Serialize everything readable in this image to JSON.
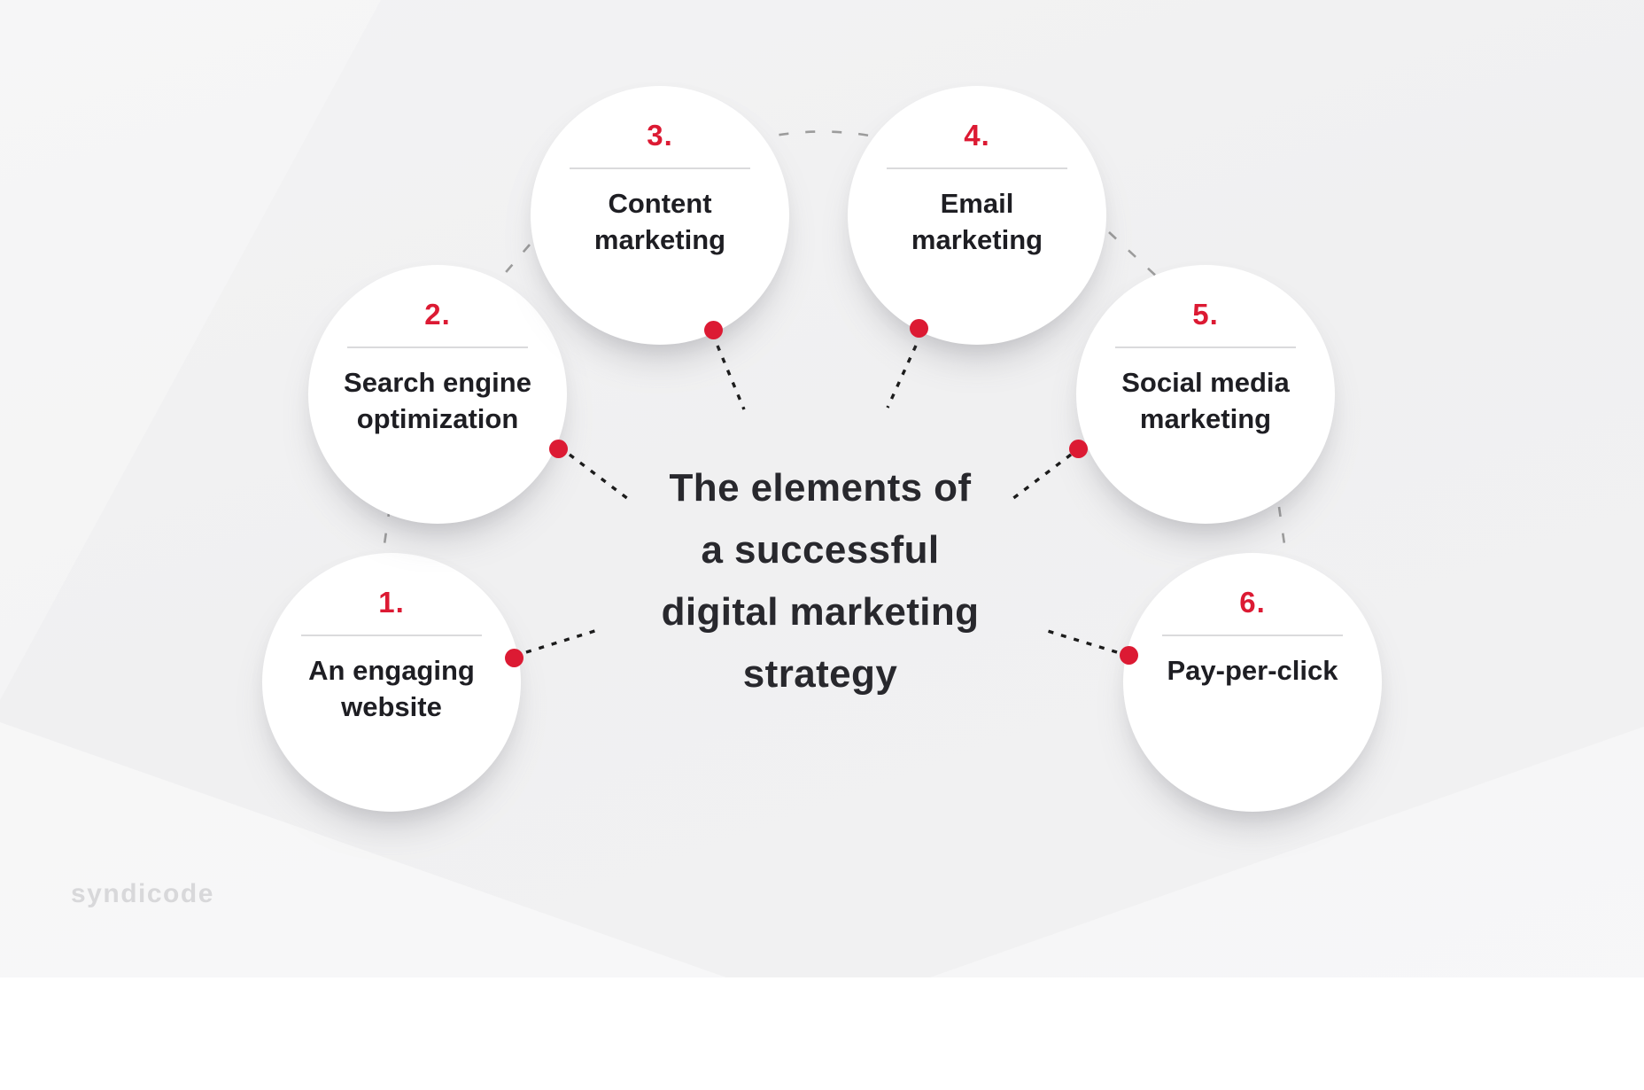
{
  "title": {
    "lines": [
      "The elements of",
      "a successful",
      "digital marketing",
      "strategy"
    ]
  },
  "items": [
    {
      "number": "1.",
      "label": "An engaging website",
      "label_lines": [
        "An engaging",
        "website"
      ]
    },
    {
      "number": "2.",
      "label": "Search engine optimization",
      "label_lines": [
        "Search engine",
        "optimization"
      ]
    },
    {
      "number": "3.",
      "label": "Content marketing",
      "label_lines": [
        "Content",
        "marketing"
      ]
    },
    {
      "number": "4.",
      "label": "Email marketing",
      "label_lines": [
        "Email",
        "marketing"
      ]
    },
    {
      "number": "5.",
      "label": "Social media marketing",
      "label_lines": [
        "Social media",
        "marketing"
      ]
    },
    {
      "number": "6.",
      "label": "Pay-per-click",
      "label_lines": [
        "Pay-per-click"
      ]
    }
  ],
  "brand": {
    "logo_text": "syndicode"
  },
  "colors": {
    "accent_red": "#dc1a33",
    "title_text": "#28282d",
    "label_text": "#1e1e23",
    "divider": "#dadadc",
    "connector_gray": "#9c9c9c",
    "spoke_dark": "#1c1c1c",
    "background": "#f1f1f2",
    "bottom_band": "#ffffff",
    "circle_fill": "#ffffff",
    "logo_gray": "#d8d8da"
  }
}
